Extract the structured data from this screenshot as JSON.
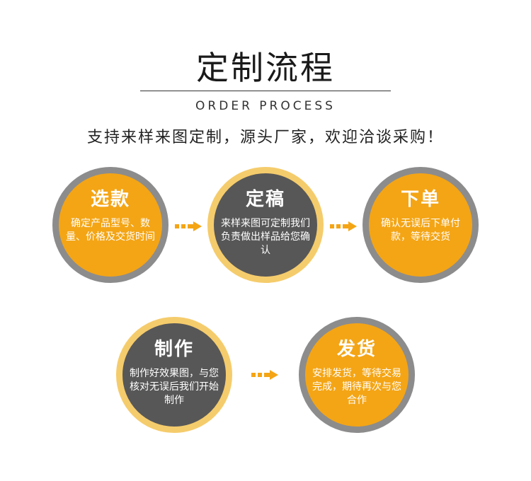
{
  "header": {
    "title": "定制流程",
    "subtitle": "ORDER PROCESS",
    "tagline": "支持来样来图定制，源头厂家，欢迎洽谈采购！"
  },
  "steps": [
    {
      "title": "选款",
      "description": "确定产品型号、数量、价格及交货时间"
    },
    {
      "title": "定稿",
      "description": "来样来图可定制我们负责做出样品给您确认"
    },
    {
      "title": "下单",
      "description": "确认无误后下单付款，等待交货"
    },
    {
      "title": "制作",
      "description": "制作好效果图，与您核对无误后我们开始制作"
    },
    {
      "title": "发货",
      "description": "安排发货，等待交易完成，期待再次与您合作"
    }
  ],
  "colors": {
    "orange": "#f4a515",
    "gray_ring": "#8c8c8c",
    "dark_fill": "#575757",
    "light_ring": "#f5cc6c",
    "arrow": "#f4a515"
  }
}
